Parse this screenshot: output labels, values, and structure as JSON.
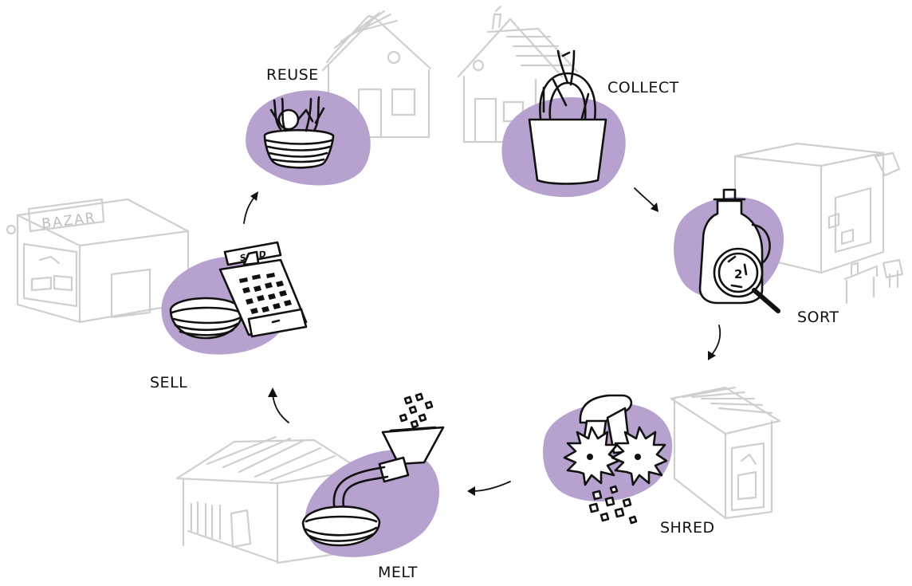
{
  "steps": {
    "reuse": "REUSE",
    "collect": "COLLECT",
    "sort": "SORT",
    "shred": "SHRED",
    "melt": "MELT",
    "sell": "SELL"
  },
  "shop_sign": "BAZAR",
  "register_sign": "SOLD",
  "recycling_code": "2",
  "colors": {
    "blob": "#b6a1cf",
    "ink": "#111111",
    "ghost": "#cfcfcf"
  }
}
